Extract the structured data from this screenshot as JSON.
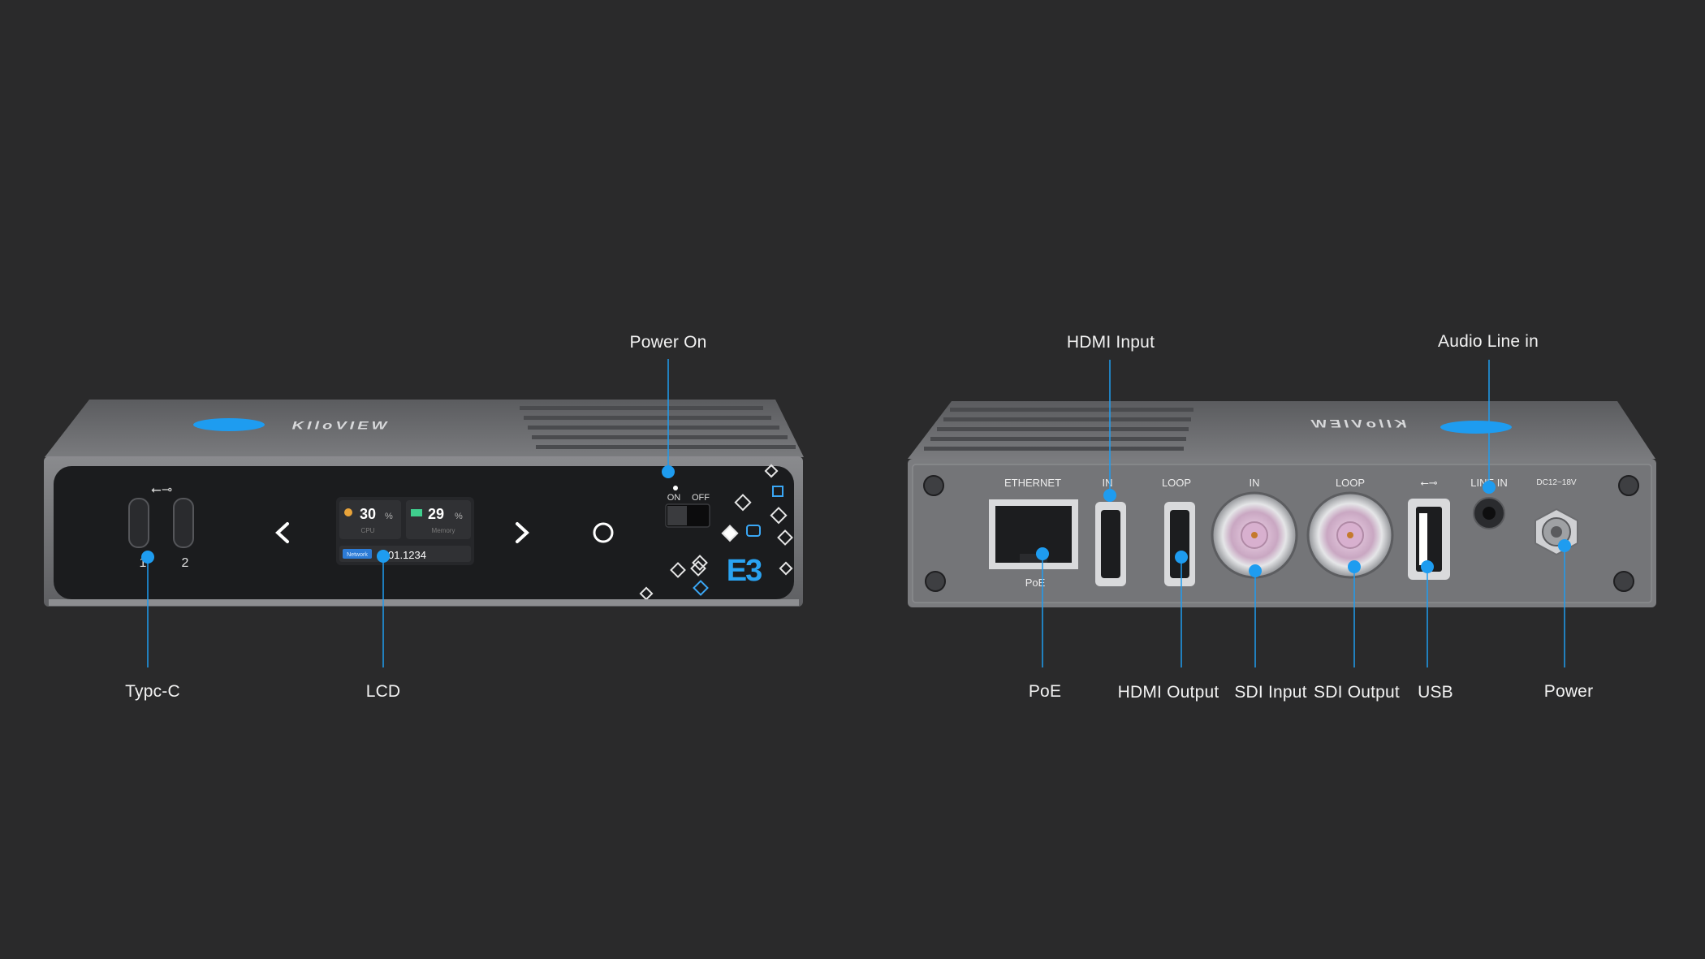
{
  "colors": {
    "background": "#2a2a2b",
    "accent": "#1e9cf0",
    "device_body": "#6f7073",
    "panel": "#1b1c1e",
    "connector": "#bfc1c4"
  },
  "front": {
    "brand": "KIloVIEW",
    "usb_symbol": "⭠⊸",
    "port_numbers": [
      "1",
      "2"
    ],
    "lcd": {
      "cpu_value": "30",
      "cpu_unit": "%",
      "cpu_label": "CPU",
      "mem_value": "29",
      "mem_unit": "%",
      "mem_label": "Memory",
      "ip_tag": "Network",
      "ip_value": "01.1234"
    },
    "switch_on": "ON",
    "switch_off": "OFF",
    "model": "E3"
  },
  "rear": {
    "brand": "KIloVIEW",
    "labels": {
      "ethernet": "ETHERNET",
      "poe": "PoE",
      "hdmi_in": "IN",
      "hdmi_loop": "LOOP",
      "sdi_in": "IN",
      "sdi_loop": "LOOP",
      "usb": "⭠⊸",
      "line_in": "LINE IN",
      "dc": "DC12~18V"
    }
  },
  "callouts": {
    "power_on": "Power On",
    "typc": "Typc-C",
    "lcd": "LCD",
    "hdmi_input": "HDMI Input",
    "audio_line_in": "Audio Line in",
    "poe": "PoE",
    "hdmi_output": "HDMI Output",
    "sdi_input": "SDI Input",
    "sdi_output": "SDI Output",
    "usb": "USB",
    "power": "Power"
  }
}
